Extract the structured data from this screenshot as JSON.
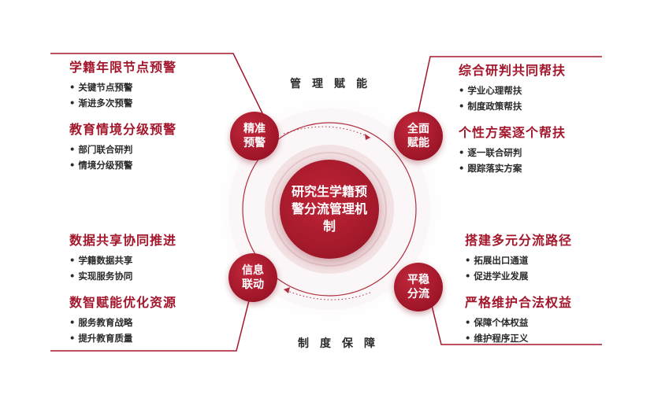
{
  "center": {
    "title": "研究生学籍预警分流管理机制"
  },
  "nodes": {
    "top_left": "精准预警",
    "top_right": "全面赋能",
    "bottom_left": "信息联动",
    "bottom_right": "平稳分流"
  },
  "arc_labels": {
    "top": "管理赋能",
    "bottom": "制度保障"
  },
  "panels": {
    "top_left": [
      {
        "title": "学籍年限节点预警",
        "items": [
          "关键节点预警",
          "渐进多次预警"
        ]
      },
      {
        "title": "教育情境分级预警",
        "items": [
          "部门联合研判",
          "情境分级预警"
        ]
      }
    ],
    "top_right": [
      {
        "title": "综合研判共同帮扶",
        "items": [
          "学业心理帮扶",
          "制度政策帮扶"
        ]
      },
      {
        "title": "个性方案逐个帮扶",
        "items": [
          "逐一联合研判",
          "跟踪落实方案"
        ]
      }
    ],
    "bottom_left": [
      {
        "title": "数据共享协同推进",
        "items": [
          "学籍数据共享",
          "实现服务协同"
        ]
      },
      {
        "title": "数智赋能优化资源",
        "items": [
          "服务教育战略",
          "提升教育质量"
        ]
      }
    ],
    "bottom_right": [
      {
        "title": "搭建多元分流路径",
        "items": [
          "拓展出口通道",
          "促进学业发展"
        ]
      },
      {
        "title": "严格维护合法权益",
        "items": [
          "保障个体权益",
          "维护程序正义"
        ]
      }
    ]
  },
  "colors": {
    "accent": "#a3172c",
    "ring_light": "#f3e6e8",
    "text": "#2a2a2a"
  }
}
